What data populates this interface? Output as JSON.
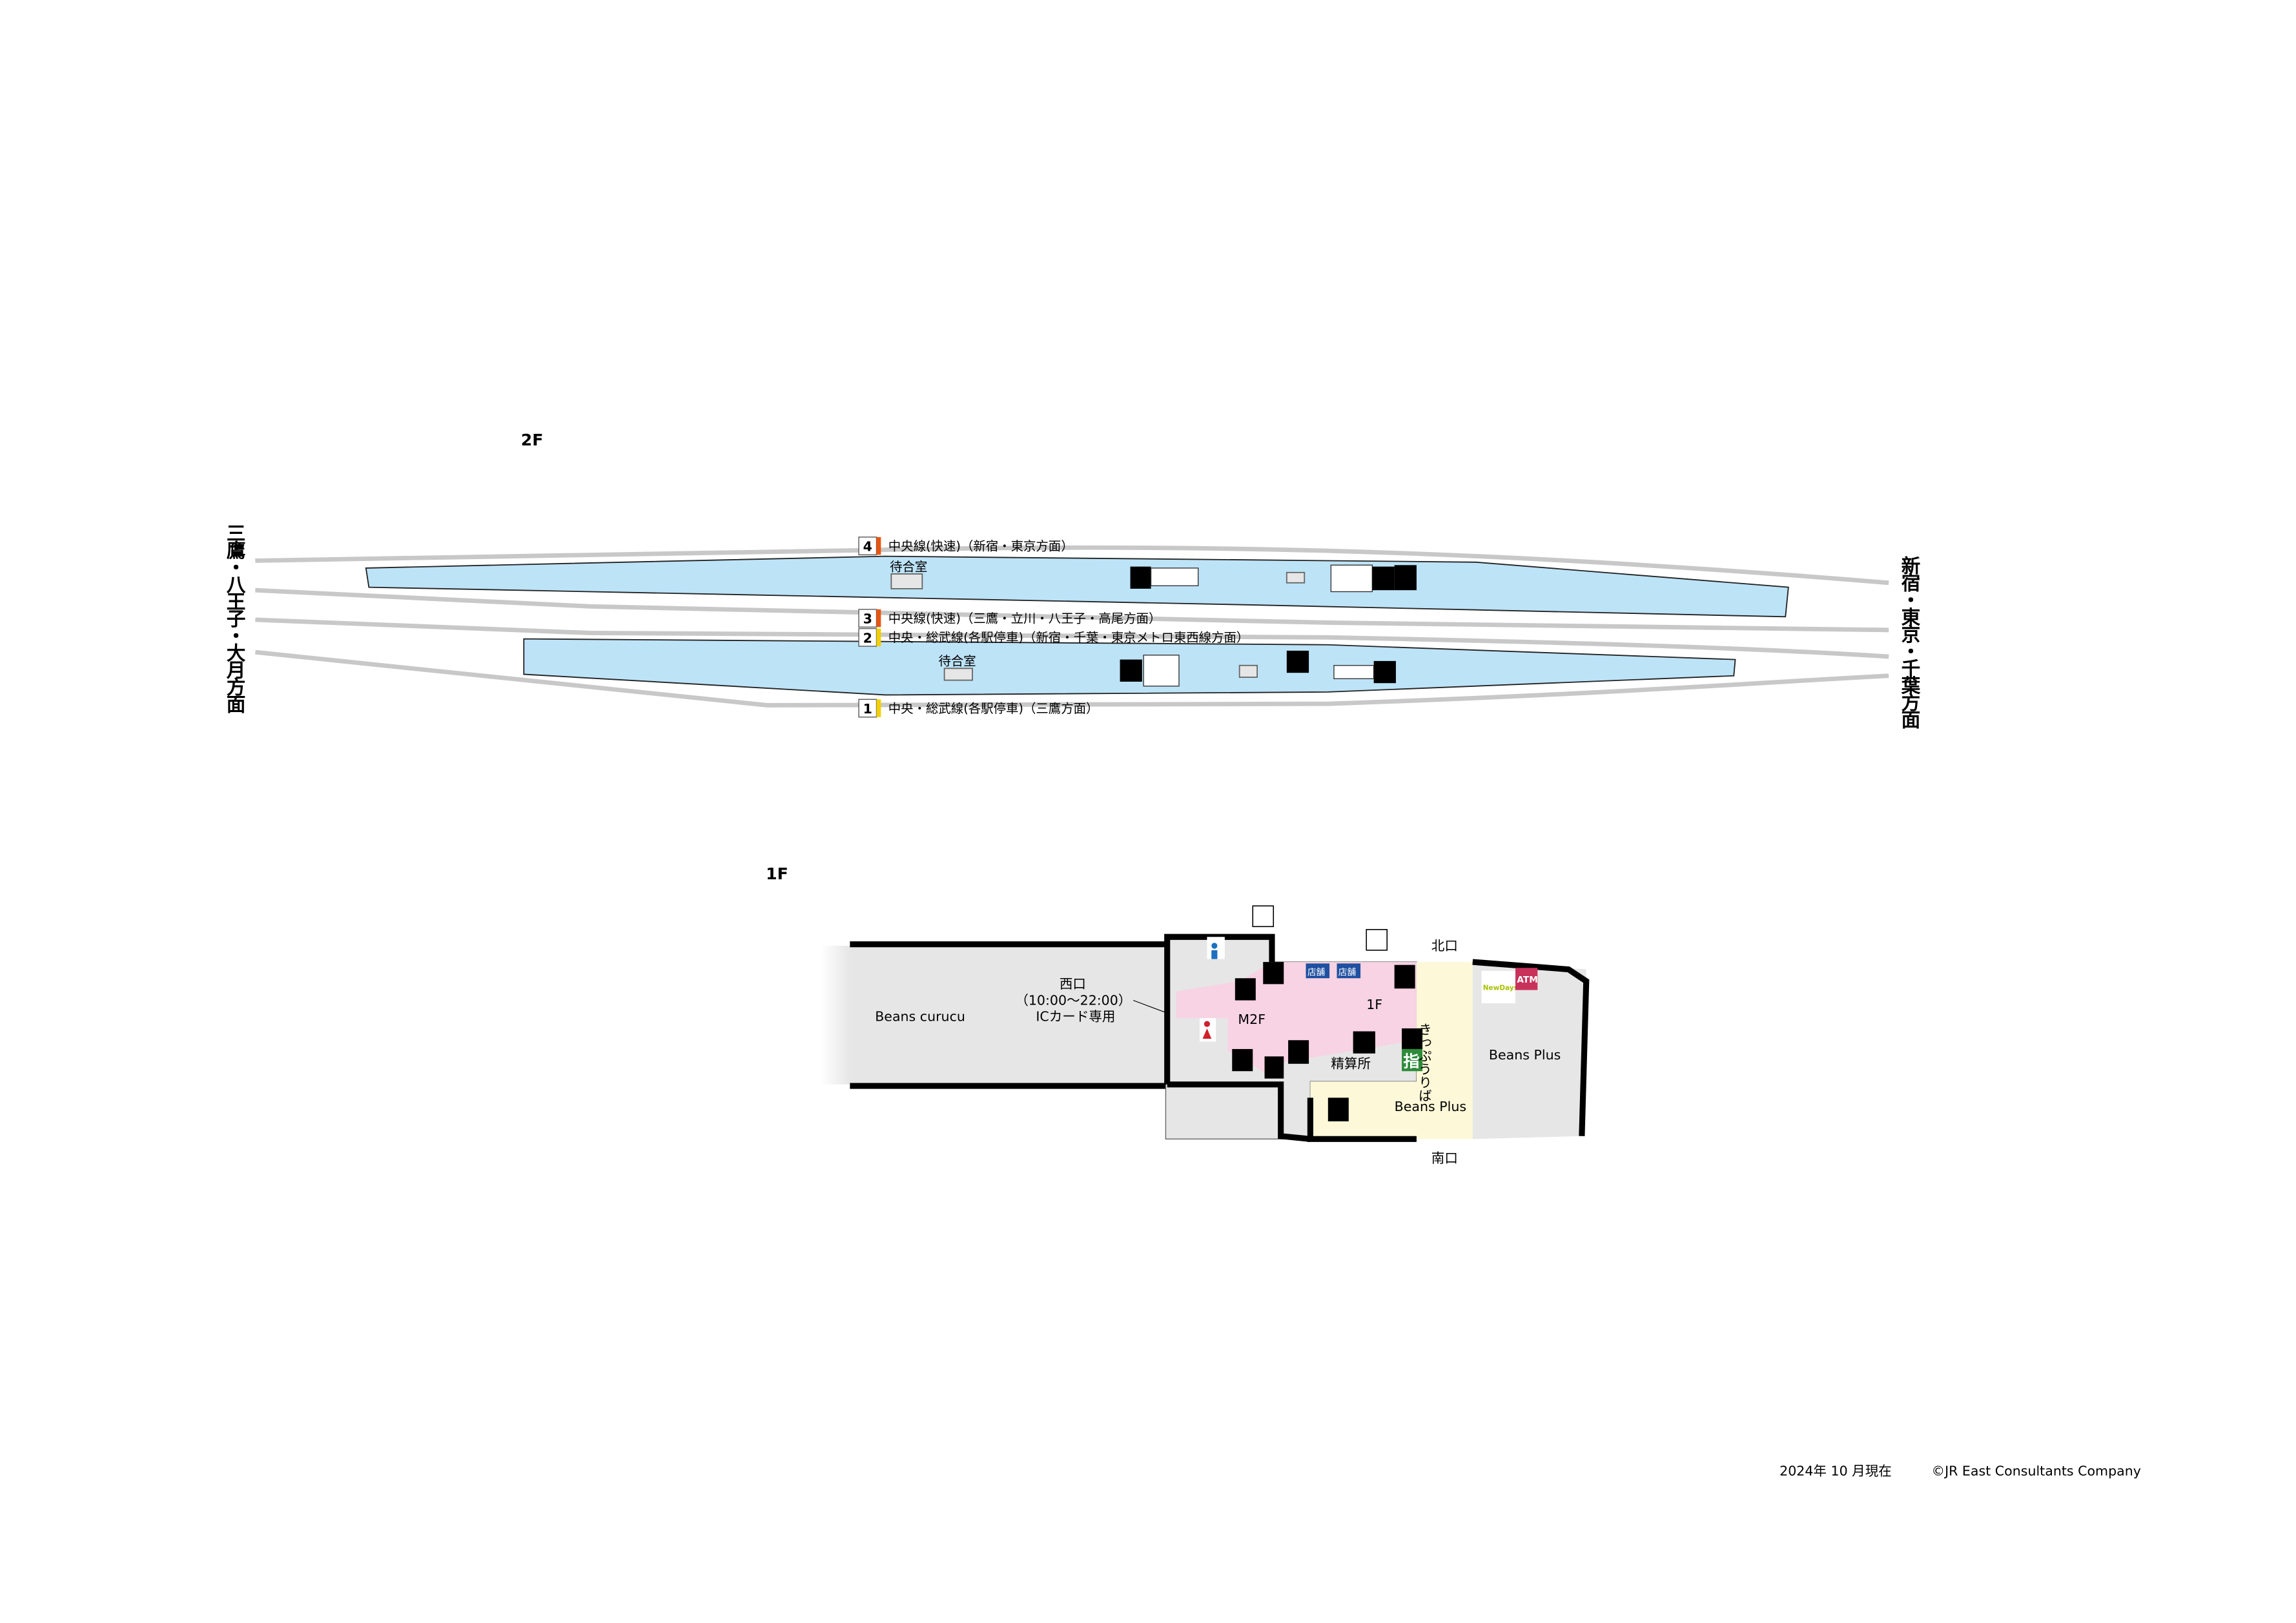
{
  "floors": {
    "upper": "2F",
    "lower": "1F"
  },
  "directions": {
    "left": [
      "三",
      "鷹",
      "・",
      "八",
      "王",
      "子",
      "・",
      "大",
      "月",
      "方",
      "面"
    ],
    "right": [
      "新",
      "宿",
      "・",
      "東",
      "京",
      "・",
      "千",
      "葉",
      "方",
      "面"
    ]
  },
  "tracks": [
    {
      "number": "4",
      "label": "中央線(快速)（新宿・東京方面）",
      "color": "#e8550e"
    },
    {
      "number": "3",
      "label": "中央線(快速)（三鷹・立川・八王子・高尾方面）",
      "color": "#e8550e"
    },
    {
      "number": "2",
      "label": "中央・総武線(各駅停車)（新宿・千葉・東京メトロ東西線方面）",
      "color": "#f2d000"
    },
    {
      "number": "1",
      "label": "中央・総武線(各駅停車)（三鷹方面）",
      "color": "#f2d000"
    }
  ],
  "platforms": {
    "waiting_room": "待合室"
  },
  "first_floor": {
    "beans_curucu": "Beans curucu",
    "west_exit": "西口",
    "west_exit_hours": "（10:00〜22:00）",
    "west_exit_note": "ICカード専用",
    "mezzanine": "M2F",
    "floor_1f": "1F",
    "shop_1": "店舗",
    "shop_2": "店舗",
    "fare_adjustment": "精算所",
    "ticket_area": "きっぷうりば",
    "reserved_ticket": "指",
    "beans_plus_1": "Beans Plus",
    "beans_plus_2": "Beans Plus",
    "north_exit": "北口",
    "south_exit": "南口",
    "newdays": "NewDays",
    "atm": "ATM"
  },
  "colors": {
    "platform": "#bde3f7",
    "concourse": "#f7d3e3",
    "ticket_area": "#fcf8d8",
    "atm": "#c8325a",
    "reserved": "#2e8b3a",
    "shop": "#1f4fa0"
  },
  "footer": {
    "date": "2024年 10 月現在",
    "copyright": "©JR East Consultants Company"
  }
}
